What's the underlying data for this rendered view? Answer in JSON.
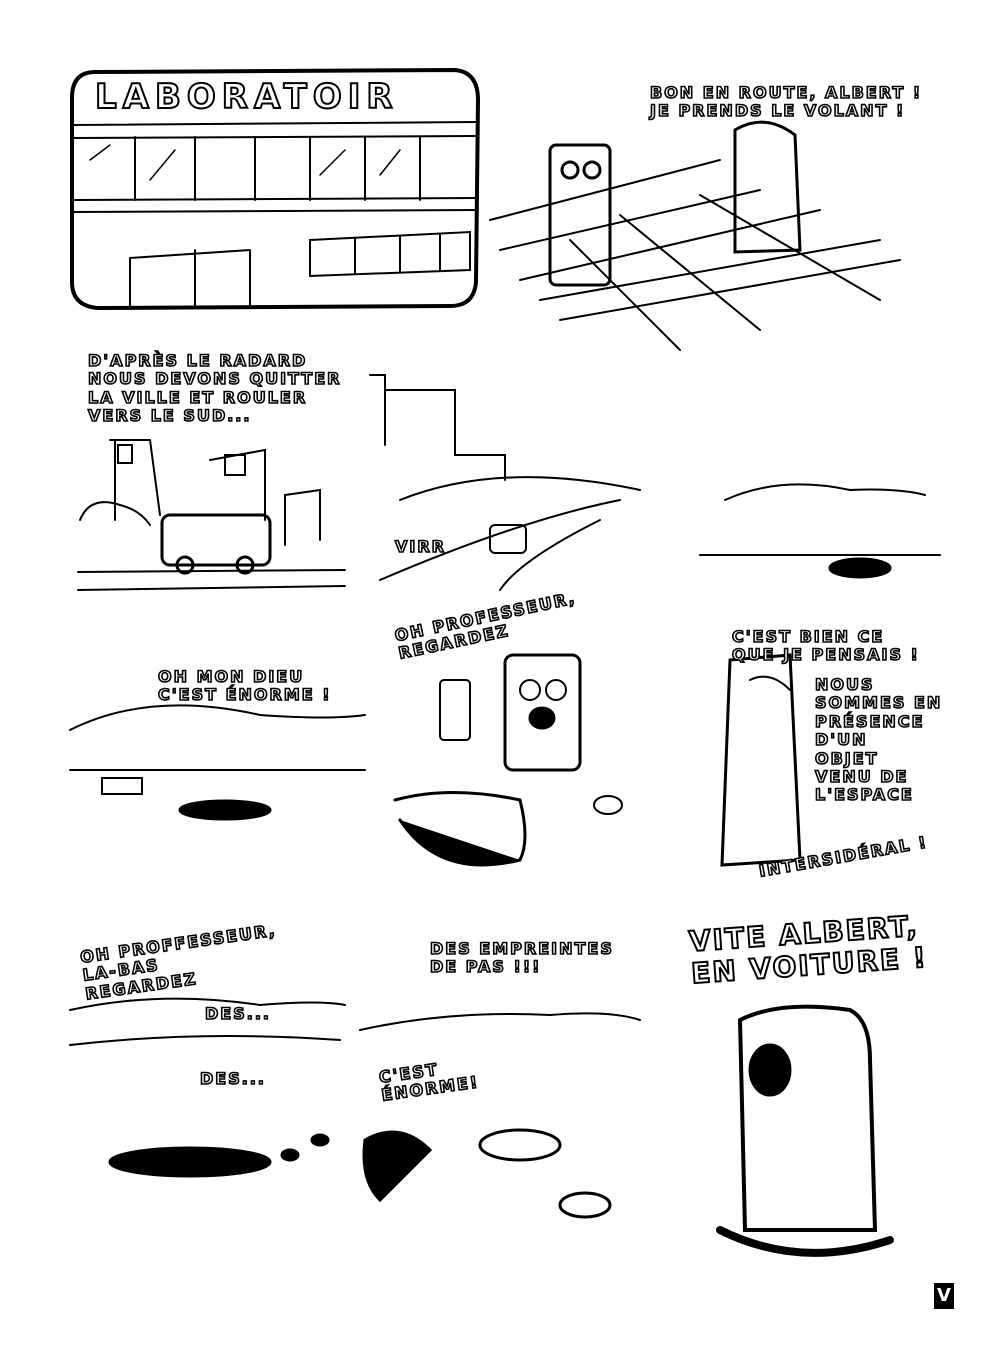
{
  "panels": {
    "p1": {
      "sign": "LABORATOIR"
    },
    "p2": {
      "speech": "BON EN ROUTE, ALBERT !\nJE PRENDS LE VOLANT !"
    },
    "p3": {
      "caption": "D'APRÈS LE RADARD\nNOUS DEVONS QUITTER\nLA VILLE ET ROULER\nVERS LE SUD..."
    },
    "p4": {
      "sound": "VIRR"
    },
    "p6": {
      "speech": "OH MON DIEU\nC'EST ÉNORME !"
    },
    "p7": {
      "speech": "OH PROFESSEUR,\nREGARDEZ"
    },
    "p8": {
      "speech_1": "C'EST BIEN CE\nQUE JE PENSAIS !",
      "speech_2": "NOUS\nSOMMES EN\nPRÉSENCE\nD'UN\nOBJET\nVENU DE\nL'ESPACE",
      "speech_3": "INTERSIDÉRAL !"
    },
    "p9": {
      "speech_1": "OH PROFFESSEUR,\nLA-BAS\nREGARDEZ",
      "speech_2": "DES...",
      "speech_3": "DES..."
    },
    "p10": {
      "speech_1": "DES EMPREINTES\nDE PAS !!!",
      "speech_2": "C'EST\nÉNORME!"
    },
    "p11": {
      "speech": "VITE ALBERT,\nEN VOITURE !"
    }
  },
  "page_number": "V"
}
